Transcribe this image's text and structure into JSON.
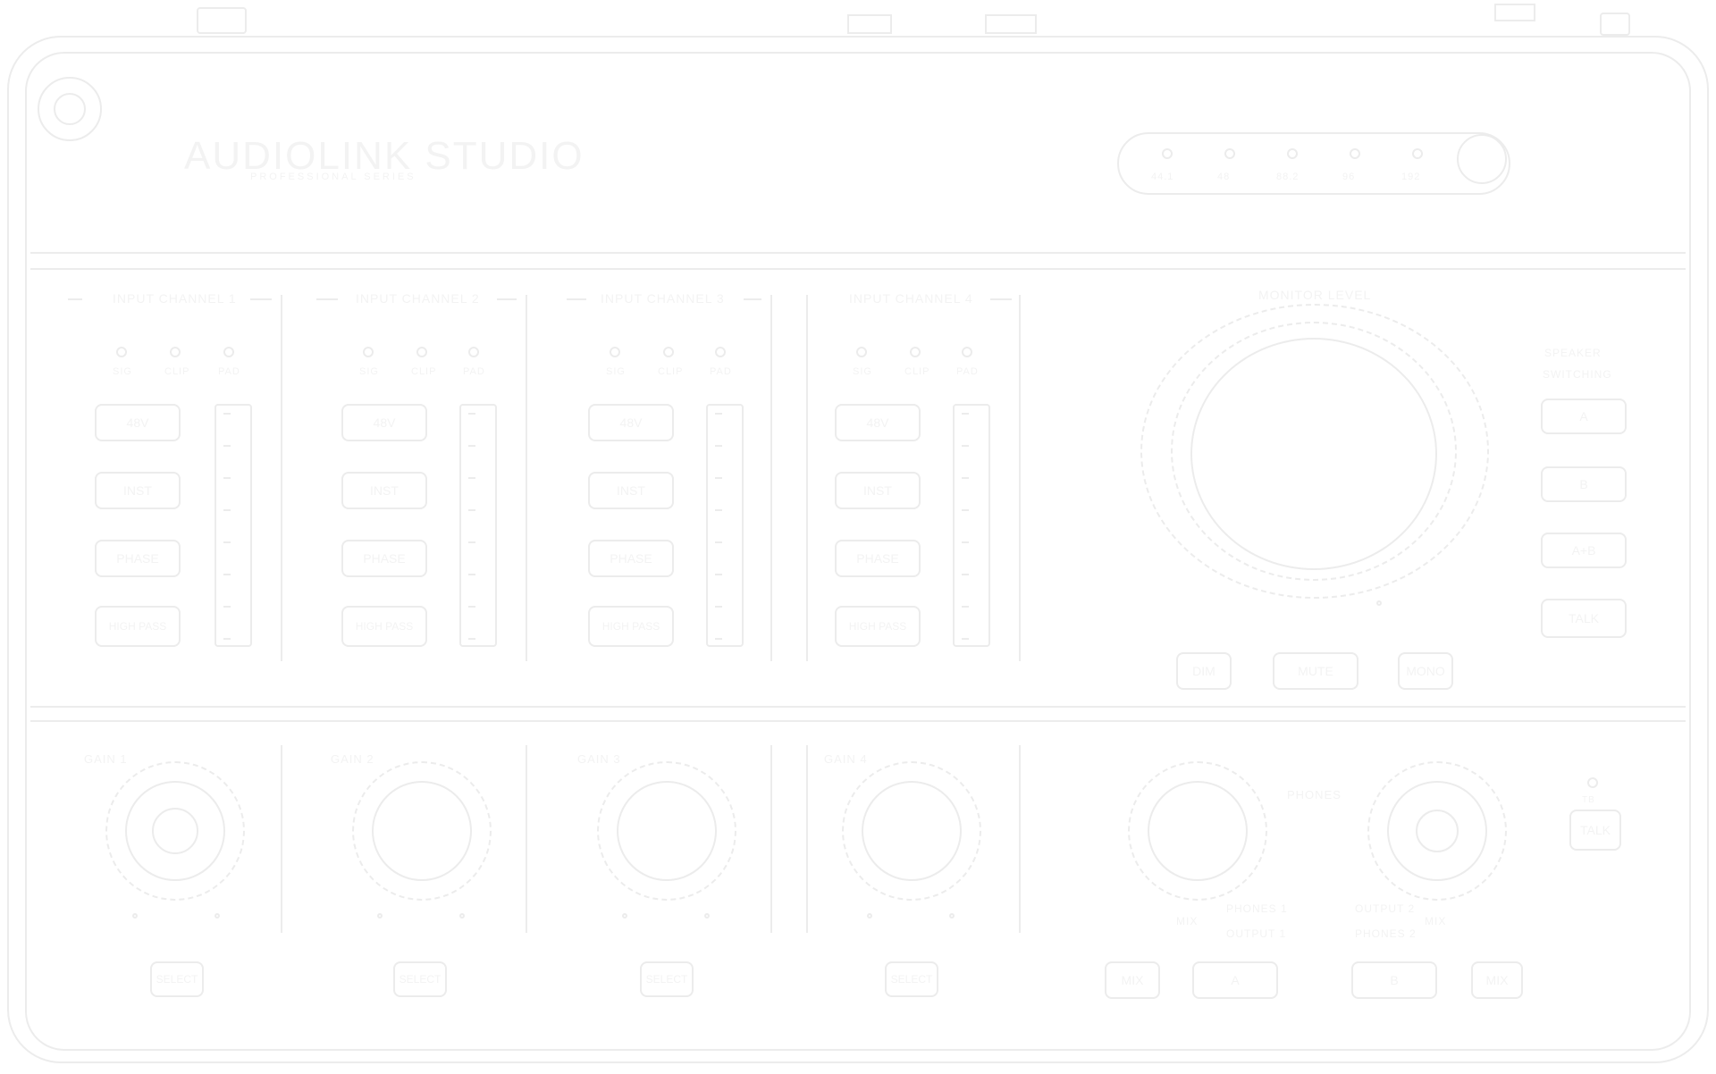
{
  "brand": {
    "name": "AUDIOLINK STUDIO",
    "subtitle": "PROFESSIONAL SERIES"
  },
  "sample_rates": [
    "44.1",
    "48",
    "88.2",
    "96",
    "192"
  ],
  "channels": [
    {
      "title": "INPUT CHANNEL 1",
      "leds": [
        "SIG",
        "CLIP",
        "PAD"
      ],
      "buttons": [
        "48V",
        "INST",
        "PHASE",
        "HIGH PASS"
      ],
      "gain_label": "GAIN 1",
      "select": "SELECT"
    },
    {
      "title": "INPUT CHANNEL 2",
      "leds": [
        "SIG",
        "CLIP",
        "PAD"
      ],
      "buttons": [
        "48V",
        "INST",
        "PHASE",
        "HIGH PASS"
      ],
      "gain_label": "GAIN 2",
      "select": "SELECT"
    },
    {
      "title": "INPUT CHANNEL 3",
      "leds": [
        "SIG",
        "CLIP",
        "PAD"
      ],
      "buttons": [
        "48V",
        "INST",
        "PHASE",
        "HIGH PASS"
      ],
      "gain_label": "GAIN 3",
      "select": "SELECT"
    },
    {
      "title": "INPUT CHANNEL 4",
      "leds": [
        "SIG",
        "CLIP",
        "PAD"
      ],
      "buttons": [
        "48V",
        "INST",
        "PHASE",
        "HIGH PASS"
      ],
      "gain_label": "GAIN 4",
      "select": "SELECT"
    }
  ],
  "monitor": {
    "title": "MONITOR LEVEL",
    "buttons": [
      "DIM",
      "MUTE",
      "MONO"
    ],
    "side_title": [
      "SPEAKER",
      "SWITCHING"
    ],
    "side_buttons": [
      "A",
      "B",
      "A+B",
      "TALK"
    ]
  },
  "headphones": {
    "label": "PHONES",
    "left_labels": [
      "MIX",
      "PHONES 1",
      "OUTPUT 1"
    ],
    "right_labels": [
      "OUTPUT 2",
      "PHONES 2",
      "MIX"
    ],
    "buttons": [
      "MIX",
      "A",
      "B",
      "MIX"
    ],
    "talk_led": "TB",
    "talk_button": "TALK"
  }
}
